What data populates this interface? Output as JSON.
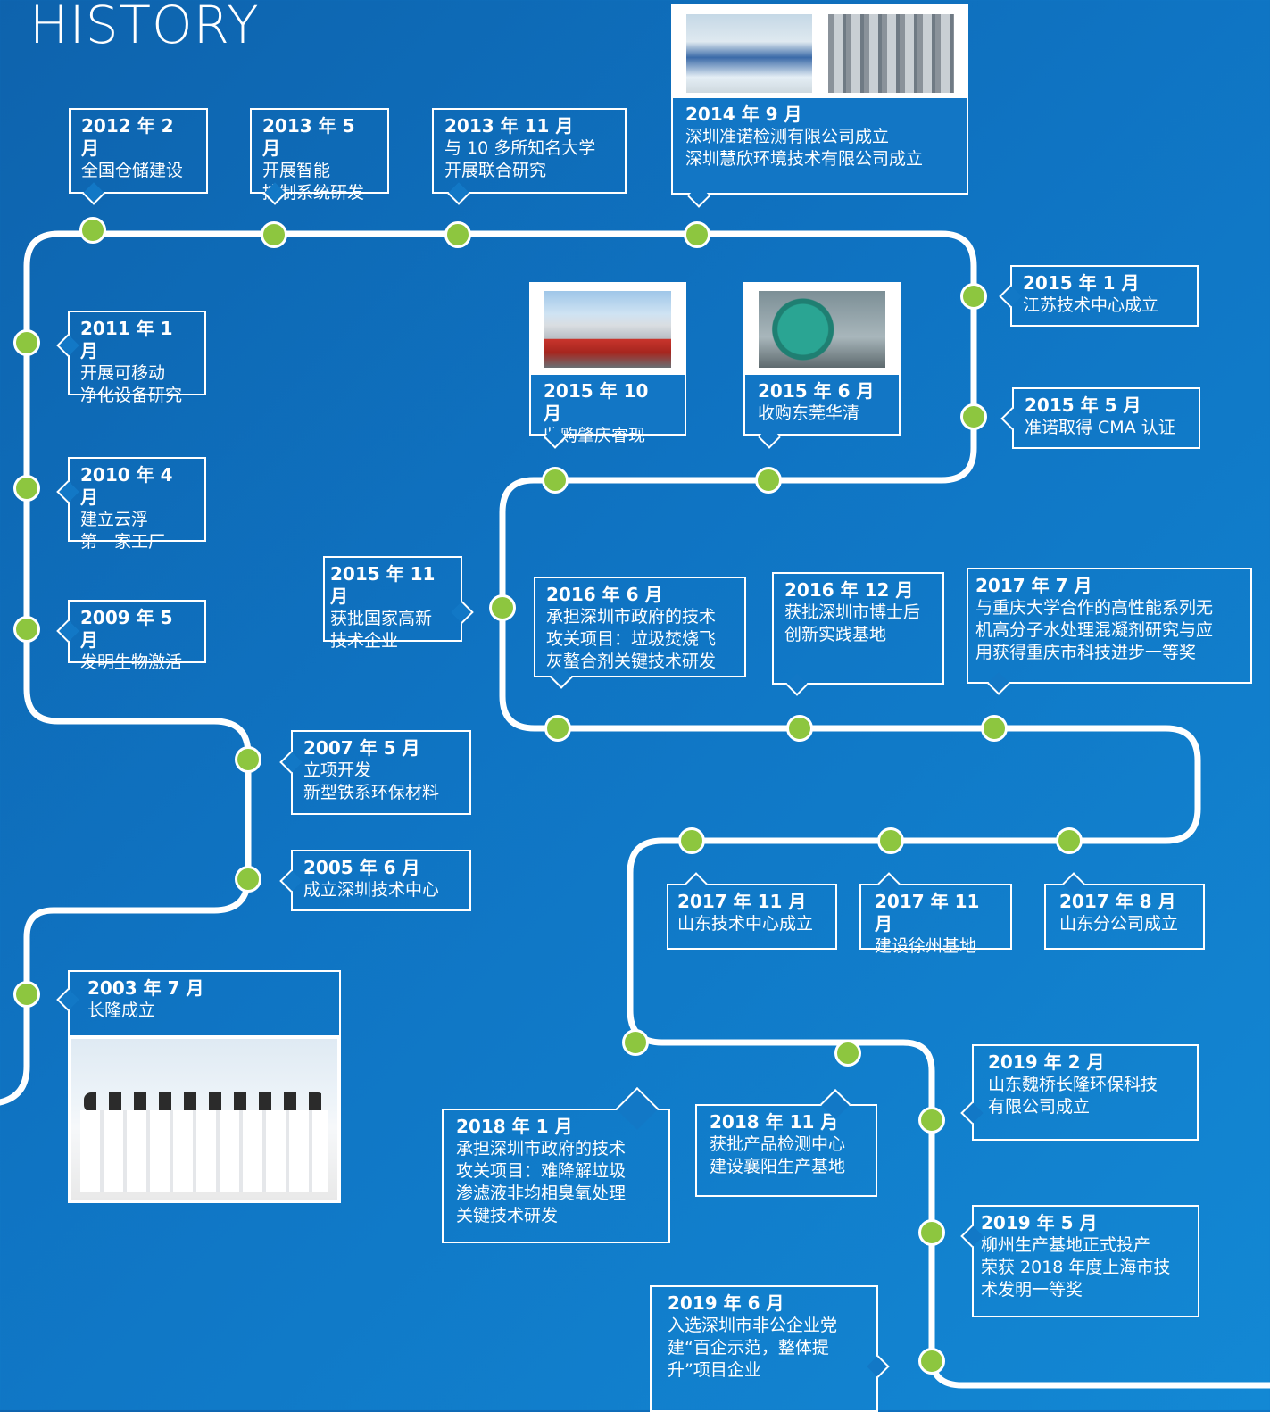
{
  "title": "HISTORY",
  "colors": {
    "dot": "#8dc63f",
    "line": "#ffffff"
  },
  "events": [
    {
      "id": "e1",
      "date": "2012 年 2 月",
      "text": "全国仓储建设"
    },
    {
      "id": "e2",
      "date": "2013 年 5 月",
      "text": "开展智能\n控制系统研发"
    },
    {
      "id": "e3",
      "date": "2013 年 11 月",
      "text": "与 10 多所知名大学\n开展联合研究"
    },
    {
      "id": "e4",
      "date": "2014 年 9 月",
      "text": "深圳准诺检测有限公司成立\n深圳慧欣环境技术有限公司成立"
    },
    {
      "id": "e5",
      "date": "2015 年 1 月",
      "text": "江苏技术中心成立"
    },
    {
      "id": "e6",
      "date": "2015 年 5 月",
      "text": "准诺取得 CMA 认证"
    },
    {
      "id": "e7",
      "date": "2015 年 10 月",
      "text": "收购肇庆睿现"
    },
    {
      "id": "e8",
      "date": "2015 年 6 月",
      "text": "收购东莞华清"
    },
    {
      "id": "e9",
      "date": "2011 年 1 月",
      "text": "开展可移动\n净化设备研究"
    },
    {
      "id": "e10",
      "date": "2010 年 4 月",
      "text": "建立云浮\n第一家工厂"
    },
    {
      "id": "e11",
      "date": "2009 年 5 月",
      "text": "发明生物激活"
    },
    {
      "id": "e12",
      "date": "2015 年 11 月",
      "text": "获批国家高新\n技术企业"
    },
    {
      "id": "e13",
      "date": "2016 年 6 月",
      "text": "承担深圳市政府的技术\n攻关项目：垃圾焚烧飞\n灰螯合剂关键技术研发"
    },
    {
      "id": "e14",
      "date": "2016 年 12 月",
      "text": "获批深圳市博士后\n创新实践基地"
    },
    {
      "id": "e15",
      "date": "2017 年 7 月",
      "text": "与重庆大学合作的高性能系列无\n机高分子水处理混凝剂研究与应\n用获得重庆市科技进步一等奖"
    },
    {
      "id": "e16",
      "date": "2007 年 5 月",
      "text": "立项开发\n新型铁系环保材料"
    },
    {
      "id": "e17",
      "date": "2005 年 6 月",
      "text": "成立深圳技术中心"
    },
    {
      "id": "e18",
      "date": "2017 年 11 月",
      "text": "山东技术中心成立"
    },
    {
      "id": "e19",
      "date": "2017 年 11 月",
      "text": "建设徐州基地"
    },
    {
      "id": "e20",
      "date": "2017 年 8 月",
      "text": "山东分公司成立"
    },
    {
      "id": "e21",
      "date": "2003 年 7 月",
      "text": "长隆成立"
    },
    {
      "id": "e22",
      "date": "2019 年 2 月",
      "text": "山东魏桥长隆环保科技\n有限公司成立"
    },
    {
      "id": "e23",
      "date": "2018 年 1 月",
      "text": "承担深圳市政府的技术\n攻关项目：难降解垃圾\n渗滤液非均相臭氧处理\n关键技术研发"
    },
    {
      "id": "e24",
      "date": "2018 年 11 月",
      "text": "获批产品检测中心\n建设襄阳生产基地"
    },
    {
      "id": "e25",
      "date": "2019 年 5 月",
      "text": "柳州生产基地正式投产\n荣获 2018 年度上海市技\n术发明一等奖"
    },
    {
      "id": "e26",
      "date": "2019 年 6 月",
      "text": "入选深圳市非公企业党\n建“百企示范，整体提\n升”项目企业"
    }
  ]
}
